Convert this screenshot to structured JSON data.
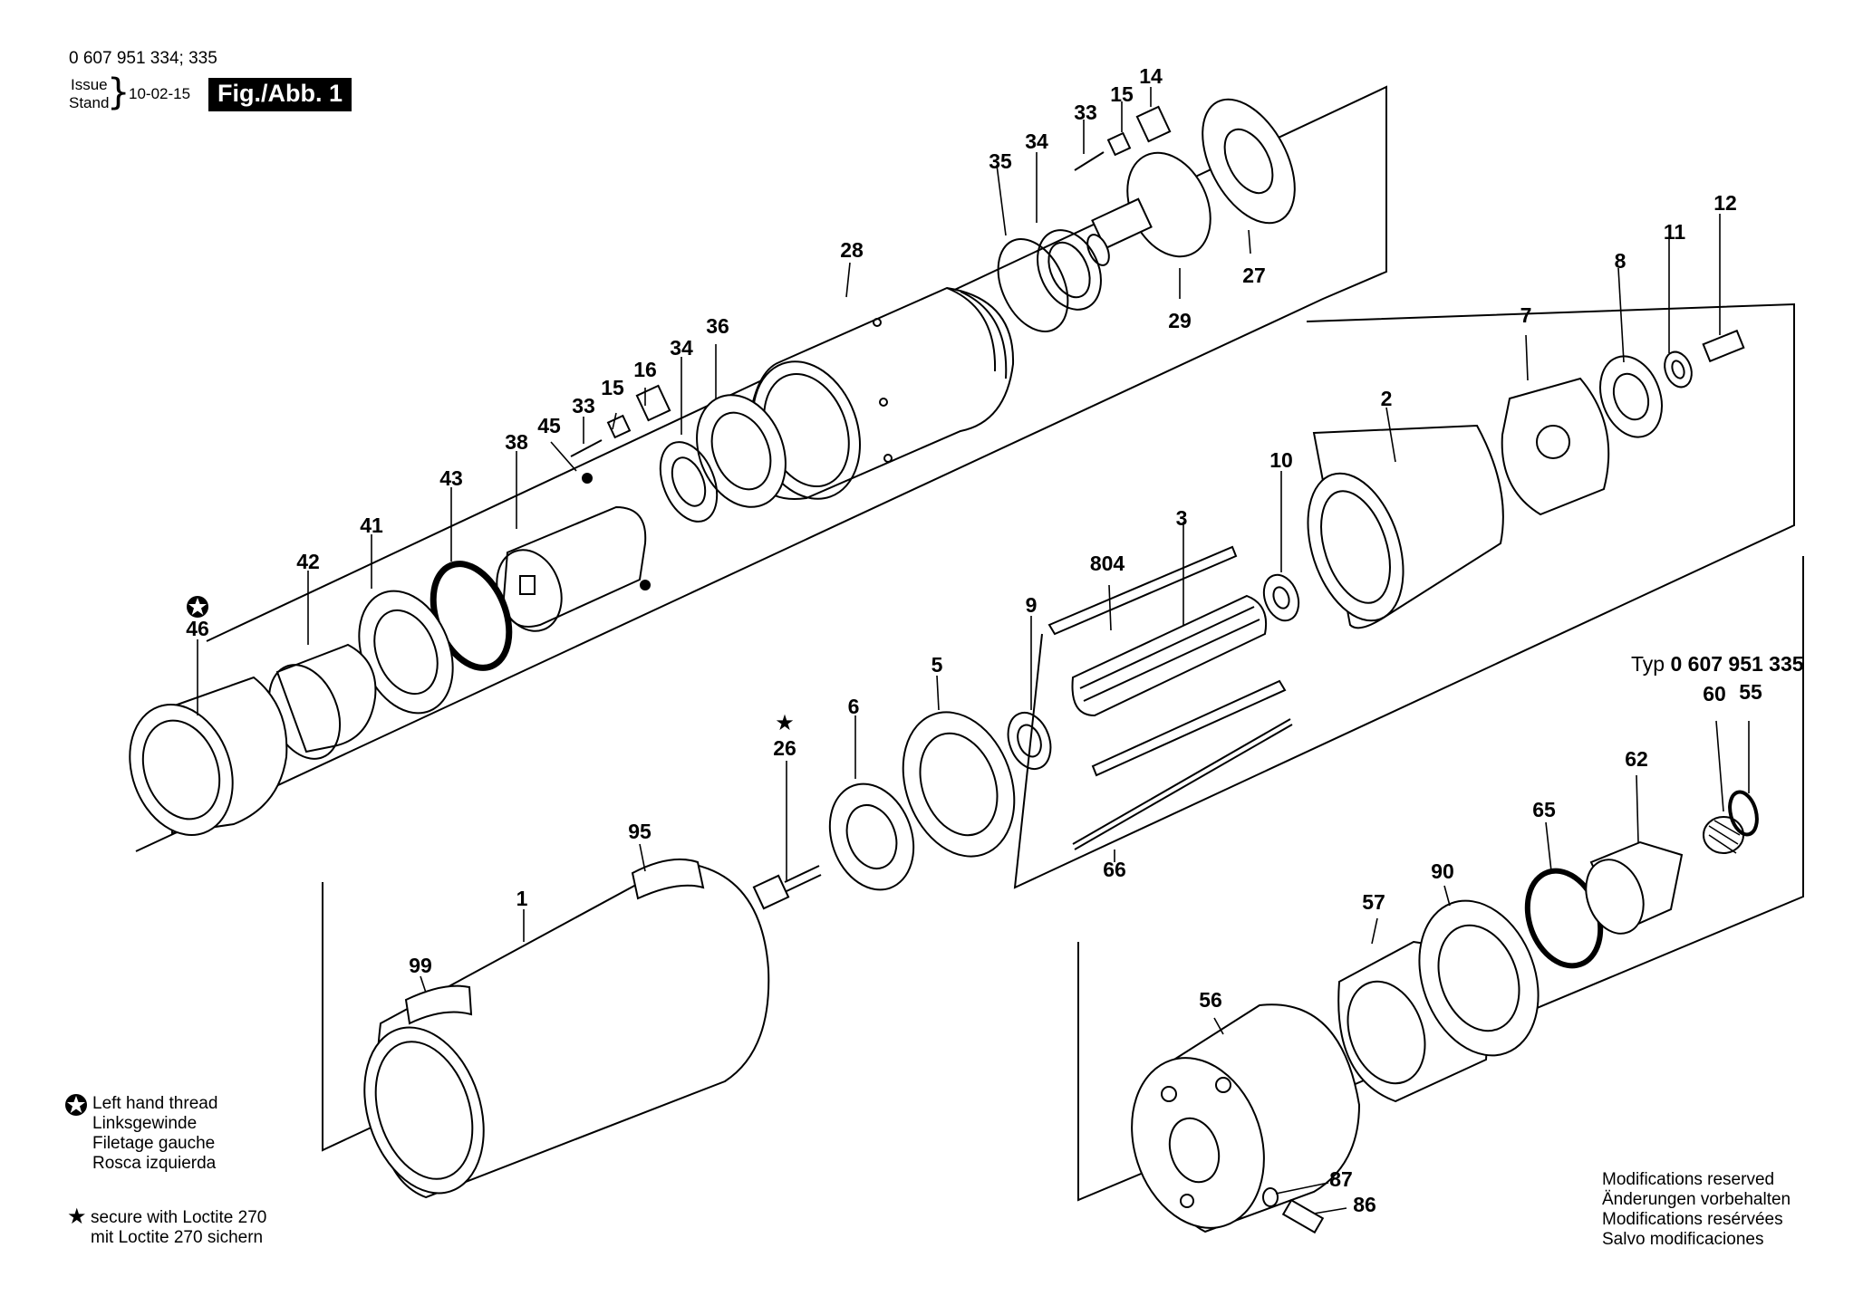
{
  "header": {
    "part_numbers": "0 607 951 334; 335",
    "issue_label": "Issue",
    "stand_label": "Stand",
    "issue_date": "10-02-15",
    "figure_label": "Fig./Abb. 1"
  },
  "type_note": {
    "prefix": "Typ",
    "number": "0 607 951 335"
  },
  "legend_left_hand_thread": [
    "Left hand thread",
    "Linksgewinde",
    "Filetage gauche",
    "Rosca izquierda"
  ],
  "legend_loctite": [
    "secure with Loctite 270",
    "mit Loctite 270 sichern"
  ],
  "modifications": [
    "Modifications reserved",
    "Änderungen vorbehalten",
    "Modifications resérvées",
    "Salvo modificaciones"
  ],
  "part_labels": [
    "14",
    "15",
    "33",
    "34",
    "35",
    "28",
    "27",
    "29",
    "12",
    "11",
    "8",
    "7",
    "2",
    "36",
    "16",
    "15",
    "34",
    "33",
    "45",
    "38",
    "43",
    "41",
    "42",
    "46",
    "10",
    "804",
    "3",
    "9",
    "5",
    "6",
    "26",
    "95",
    "1",
    "99",
    "60",
    "55",
    "62",
    "65",
    "90",
    "57",
    "56",
    "87",
    "86",
    "66"
  ]
}
